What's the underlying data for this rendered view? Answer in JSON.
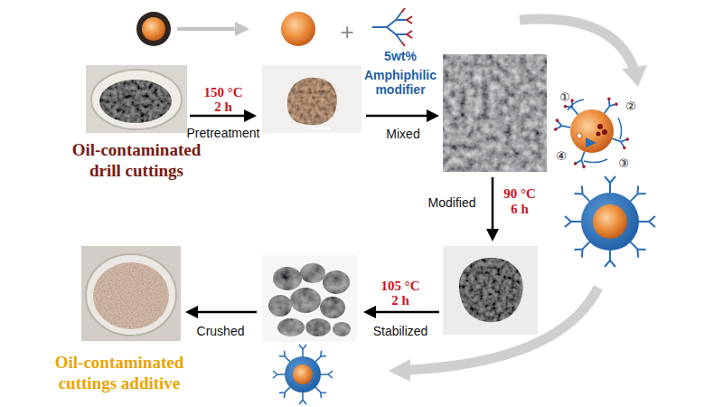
{
  "diagram": {
    "labels": [
      "Oil-contaminated drill cuttings",
      "150 °C",
      "2 h",
      "Pretreatment",
      "+",
      "5wt%",
      "Amphiphilic modifier",
      "Mixed",
      "①",
      "②",
      "③",
      "④",
      "90 °C",
      "6 h",
      "Modified",
      "105 °C",
      "2 h",
      "Stabilized",
      "Crushed",
      "Oil-contaminated cuttings additive"
    ]
  }
}
